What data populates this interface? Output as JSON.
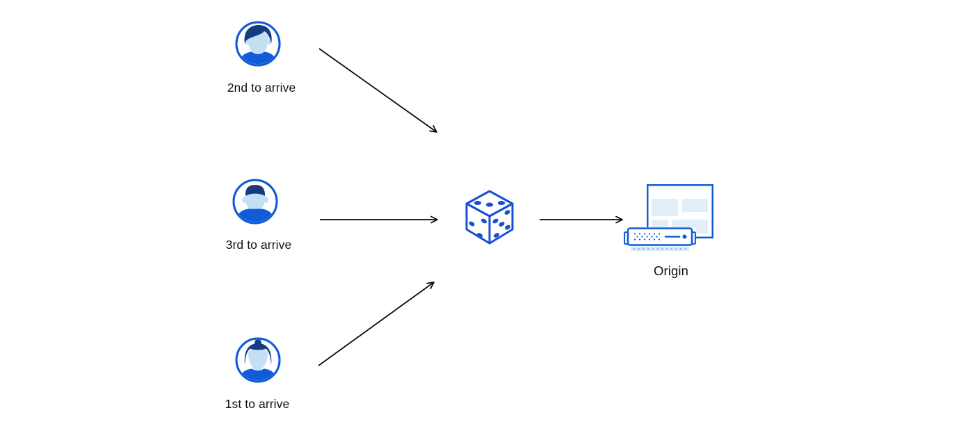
{
  "nodes": {
    "user_2nd": {
      "label": "2nd to arrive",
      "icon": "avatar-man-swept-hair"
    },
    "user_3rd": {
      "label": "3rd to arrive",
      "icon": "avatar-man-short-hair"
    },
    "user_1st": {
      "label": "1st to arrive",
      "icon": "avatar-woman-bun"
    },
    "dice": {
      "icon": "dice"
    },
    "origin": {
      "label": "Origin",
      "icon": "browser-window-with-server"
    }
  },
  "arrows": [
    {
      "from": "user_2nd",
      "to": "dice"
    },
    {
      "from": "user_3rd",
      "to": "dice"
    },
    {
      "from": "user_1st",
      "to": "dice"
    },
    {
      "from": "dice",
      "to": "origin"
    }
  ],
  "colors": {
    "blue": "#105cd6",
    "dice_blue": "#1b4fd1",
    "navy": "#143c7e",
    "face": "#c3e0f4",
    "pale": "#e2eef8",
    "ear": "#e8f3fb",
    "base": "#d8e9f8",
    "arrow": "#0a0a0a",
    "text": "#111111",
    "bg": "#ffffff"
  }
}
